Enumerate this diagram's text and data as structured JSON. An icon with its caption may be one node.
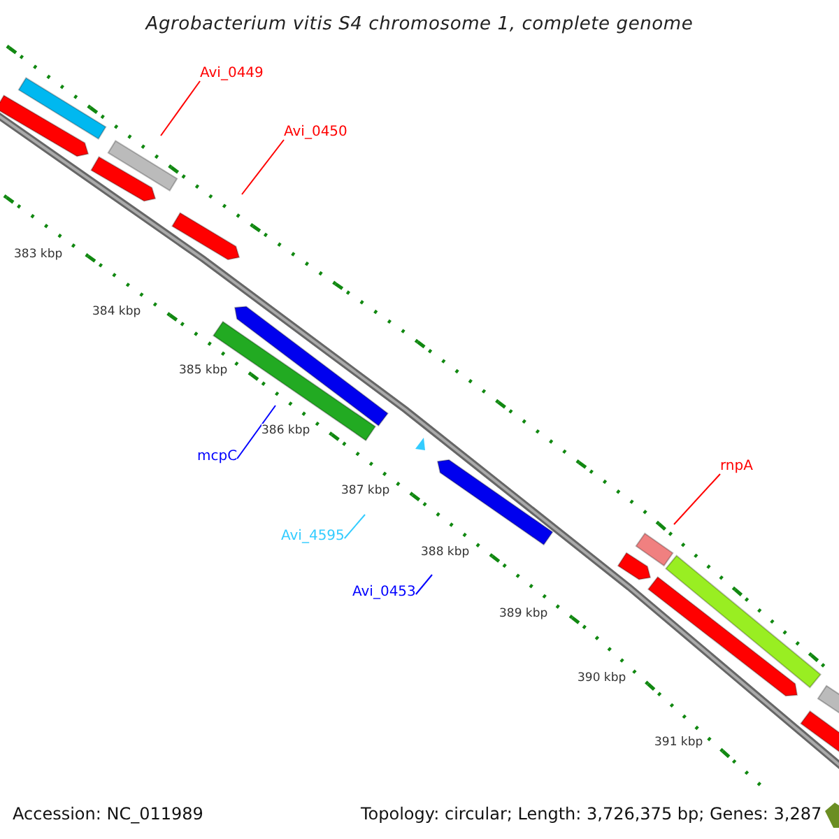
{
  "diagram": {
    "title": "Agrobacterium vitis S4 chromosome 1, complete genome",
    "nodes": [
      {
        "text": [
          "Avi_0449"
        ]
      },
      {
        "text": [
          "Avi_0450"
        ]
      },
      {
        "text": [
          "mcpC"
        ]
      },
      {
        "text": [
          "Avi_4595"
        ]
      },
      {
        "text": [
          "Avi_0453"
        ]
      },
      {
        "text": [
          "rnpA"
        ]
      }
    ],
    "edges": [
      {
        "from": 0,
        "to": null,
        "arrow": "none"
      },
      {
        "from": 1,
        "to": null,
        "arrow": "none"
      },
      {
        "from": 2,
        "to": null,
        "arrow": "none",
        "color": "#0000ff"
      },
      {
        "from": 3,
        "to": null,
        "arrow": "none",
        "color": "#33ccff"
      },
      {
        "from": 4,
        "to": null,
        "arrow": "none",
        "color": "#0000ff"
      },
      {
        "from": 5,
        "to": null,
        "arrow": "none"
      }
    ],
    "labels": [
      "383 kbp",
      "384 kbp",
      "385 kbp",
      "386 kbp",
      "387 kbp",
      "388 kbp",
      "389 kbp",
      "390 kbp",
      "391 kbp",
      "Accession: NC_011989",
      "Topology: circular; Length: 3,726,375 bp; Genes: 3,287"
    ]
  }
}
